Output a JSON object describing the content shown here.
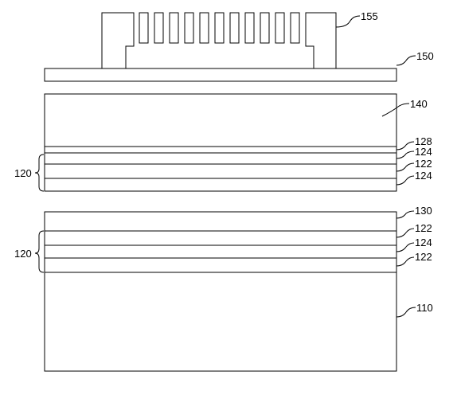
{
  "figure": {
    "labels": {
      "l155": "155",
      "l150": "150",
      "l140": "140",
      "l128": "128",
      "l124a": "124",
      "l122a": "122",
      "l124b": "124",
      "l120a": "120",
      "l130": "130",
      "l122b": "122",
      "l124c": "124",
      "l122c": "122",
      "l120b": "120",
      "l110": "110"
    }
  }
}
